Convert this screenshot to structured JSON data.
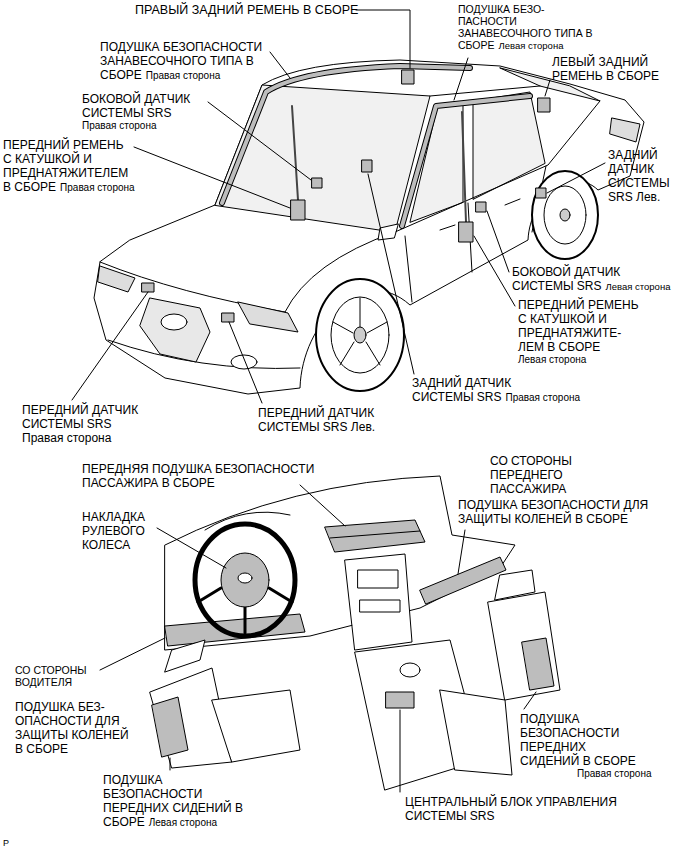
{
  "diagram": {
    "labels": [
      "ПРАВЫЙ ЗАДНИЙ РЕМЕНЬ В СБОРЕ",
      "ПОДУШКА БЕЗО- ПАСНОСТИ ЗАНАВЕСОЧНОГО ТИПА В СБОРЕ",
      "Левая сторона",
      "ПОДУШКА БЕЗОПАСНОСТИ ЗАНАВЕСОЧНОГО ТИПА В СБОРЕ",
      "Правая сторона",
      "ЛЕВЫЙ ЗАДНИЙ РЕМЕНЬ В СБОРЕ",
      "БОКОВОЙ ДАТЧИК СИСТЕМЫ SRS",
      "Правая сторона",
      "ПЕРЕДНИЙ РЕМЕНЬ С КАТУШКОЙ И ПРЕДНАТЯЖИТЕЛЕМ В СБОРЕ",
      "Правая сторона",
      "ЗАДНИЙ ДАТЧИК СИСТЕМЫ SRS Лев.",
      "БОКОВОЙ ДАТЧИК СИСТЕМЫ SRS",
      "Левая сторона",
      "ПЕРЕДНИЙ РЕМЕНЬ С КАТУШКОЙ И ПРЕДНАТЯЖИТЕ- ЛЕМ В СБОРЕ",
      "Левая сторона",
      "ЗАДНИЙ ДАТЧИК СИСТЕМЫ SRS",
      "Правая сторона",
      "ПЕРЕДНИЙ ДАТЧИК СИСТЕМЫ SRS",
      "Правая сторона",
      "ПЕРЕДНИЙ ДАТЧИК СИСТЕМЫ SRS Лев.",
      "ПЕРЕДНЯЯ ПОДУШКА БЕЗОПАСНОСТИ ПАССАЖИРА В СБОРЕ",
      "СО СТОРОНЫ ПЕРЕДНЕГО ПАССАЖИРА",
      "ПОДУШКА БЕЗОПАСНОСТИ ДЛЯ ЗАЩИТЫ КОЛЕНЕЙ В СБОРЕ",
      "НАКЛАДКА РУЛЕВОГО КОЛЕСА",
      "СО СТОРОНЫ ВОДИТЕЛЯ",
      "ПОДУШКА БЕЗ- ОПАСНОСТИ ДЛЯ ЗАЩИТЫ КОЛЕНЕЙ В СБОРЕ",
      "ПОДУШКА БЕЗОПАСНОСТИ ПЕРЕДНИХ СИДЕНИЙ В СБОРЕ",
      "Правая сторона",
      "ПОДУШКА БЕЗОПАСНОСТИ ПЕРЕДНИХ СИДЕНИЙ В СБОРЕ",
      "Левая сторона",
      "ЦЕНТРАЛЬНЫЙ БЛОК УПРАВЛЕНИЯ СИСТЕМЫ SRS",
      "P"
    ]
  }
}
